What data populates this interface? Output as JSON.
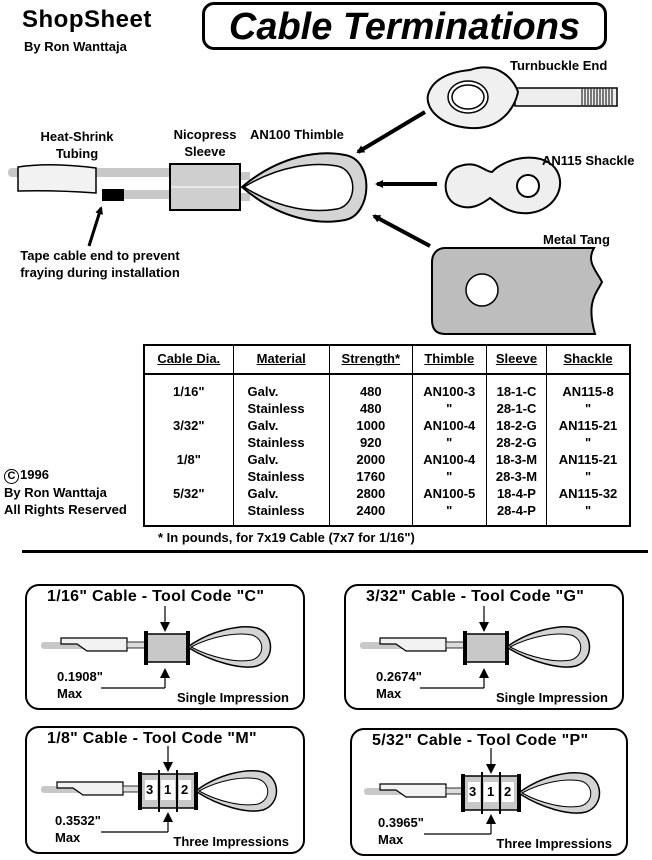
{
  "header": {
    "brand": "ShopSheet",
    "author": "By Ron Wanttaja",
    "title": "Cable Terminations"
  },
  "diagram": {
    "labels": {
      "heat_shrink_line1": "Heat-Shrink",
      "heat_shrink_line2": "Tubing",
      "nicopress_line1": "Nicopress",
      "nicopress_line2": "Sleeve",
      "thimble": "AN100 Thimble",
      "turnbuckle": "Turnbuckle End",
      "shackle": "AN115 Shackle",
      "tang": "Metal Tang",
      "tape_line1": "Tape cable end to prevent",
      "tape_line2": "fraying during installation"
    }
  },
  "table": {
    "headers": [
      "Cable Dia.",
      "Material",
      "Strength*",
      "Thimble",
      "Sleeve",
      "Shackle"
    ],
    "rows": [
      {
        "dia": "1/16\"",
        "material": "Galv.",
        "strength": "480",
        "thimble": "AN100-3",
        "sleeve": "18-1-C",
        "shackle": "AN115-8"
      },
      {
        "dia": "",
        "material": "Stainless",
        "strength": "480",
        "thimble": "\"",
        "sleeve": "28-1-C",
        "shackle": "\""
      },
      {
        "dia": "3/32\"",
        "material": "Galv.",
        "strength": "1000",
        "thimble": "AN100-4",
        "sleeve": "18-2-G",
        "shackle": "AN115-21"
      },
      {
        "dia": "",
        "material": "Stainless",
        "strength": "920",
        "thimble": "\"",
        "sleeve": "28-2-G",
        "shackle": "\""
      },
      {
        "dia": "1/8\"",
        "material": "Galv.",
        "strength": "2000",
        "thimble": "AN100-4",
        "sleeve": "18-3-M",
        "shackle": "AN115-21"
      },
      {
        "dia": "",
        "material": "Stainless",
        "strength": "1760",
        "thimble": "\"",
        "sleeve": "28-3-M",
        "shackle": "\""
      },
      {
        "dia": "5/32\"",
        "material": "Galv.",
        "strength": "2800",
        "thimble": "AN100-5",
        "sleeve": "18-4-P",
        "shackle": "AN115-32"
      },
      {
        "dia": "",
        "material": "Stainless",
        "strength": "2400",
        "thimble": "\"",
        "sleeve": "28-4-P",
        "shackle": "\""
      }
    ],
    "footnote": "*  In pounds, for 7x19 Cable (7x7 for 1/16\")"
  },
  "copyright": {
    "symbol": "C",
    "year": "1996",
    "author": "By Ron Wanttaja",
    "rights": "All Rights Reserved"
  },
  "cards": [
    {
      "title": "1/16\" Cable - Tool Code \"C\"",
      "dimension": "0.1908\"",
      "max": "Max",
      "note": "Single Impression",
      "impressions": []
    },
    {
      "title": "3/32\" Cable - Tool Code \"G\"",
      "dimension": "0.2674\"",
      "max": "Max",
      "note": "Single Impression",
      "impressions": []
    },
    {
      "title": "1/8\" Cable - Tool Code \"M\"",
      "dimension": "0.3532\"",
      "max": "Max",
      "note": "Three Impressions",
      "impressions": [
        "3",
        "1",
        "2"
      ]
    },
    {
      "title": "5/32\" Cable - Tool Code \"P\"",
      "dimension": "0.3965\"",
      "max": "Max",
      "note": "Three Impressions",
      "impressions": [
        "3",
        "1",
        "2"
      ]
    }
  ]
}
